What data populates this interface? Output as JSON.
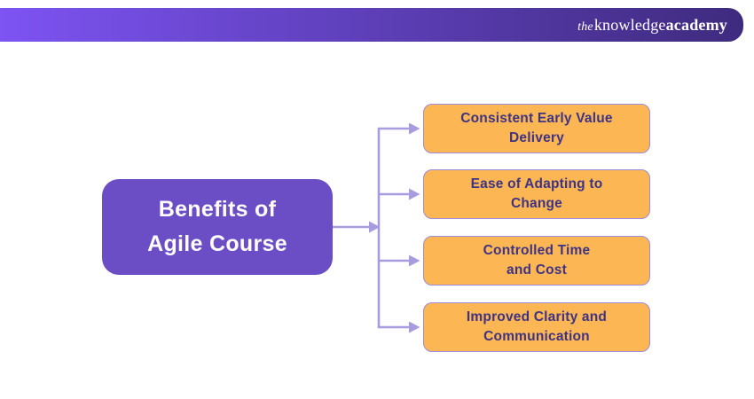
{
  "header": {
    "logo": {
      "the": "the",
      "knowledge": "knowledge",
      "academy": "academy"
    }
  },
  "main_topic": {
    "line1": "Benefits of",
    "line2": "Agile Course"
  },
  "benefits": [
    {
      "line1": "Consistent Early Value",
      "line2": "Delivery"
    },
    {
      "line1": "Ease of Adapting to",
      "line2": "Change"
    },
    {
      "line1": "Controlled Time",
      "line2": "and Cost"
    },
    {
      "line1": "Improved Clarity and",
      "line2": "Communication"
    }
  ],
  "theme": {
    "header_gradient_start": "#7d53f2",
    "header_gradient_end": "#3e2b7e",
    "main_box_bg": "#6b4ec5",
    "benefit_box_bg": "#fcb653",
    "benefit_box_border": "#9d8bdb",
    "benefit_text_color": "#3f3384",
    "connector_color": "#a89be0",
    "text_on_purple": "#ffffff"
  }
}
